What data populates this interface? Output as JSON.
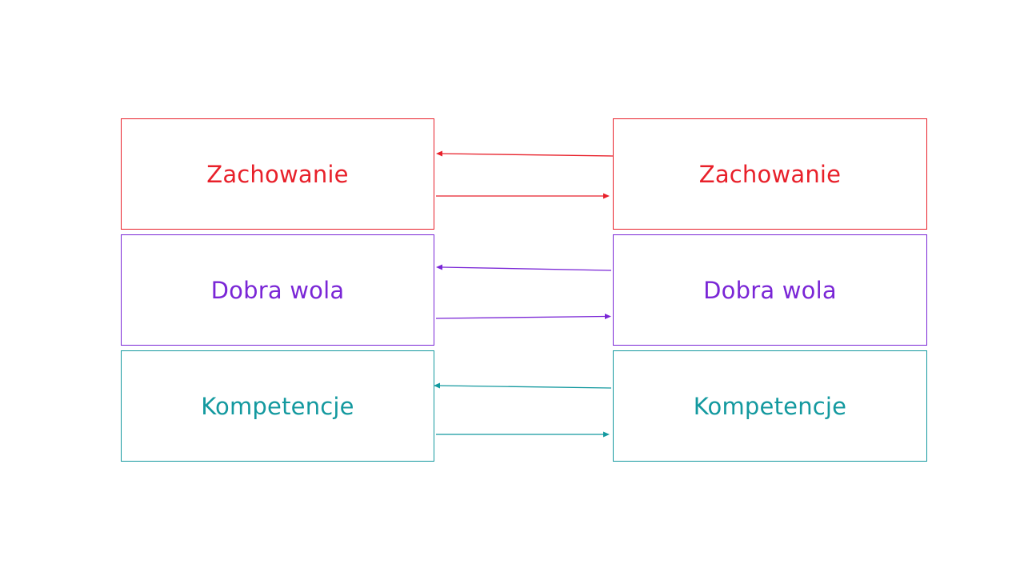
{
  "rows": [
    {
      "left_label": "Zachowanie",
      "right_label": "Zachowanie",
      "color": "#e8202a"
    },
    {
      "left_label": "Dobra wola",
      "right_label": "Dobra wola",
      "color": "#7a26d6"
    },
    {
      "left_label": "Kompetencje",
      "right_label": "Kompetencje",
      "color": "#13999f"
    }
  ]
}
